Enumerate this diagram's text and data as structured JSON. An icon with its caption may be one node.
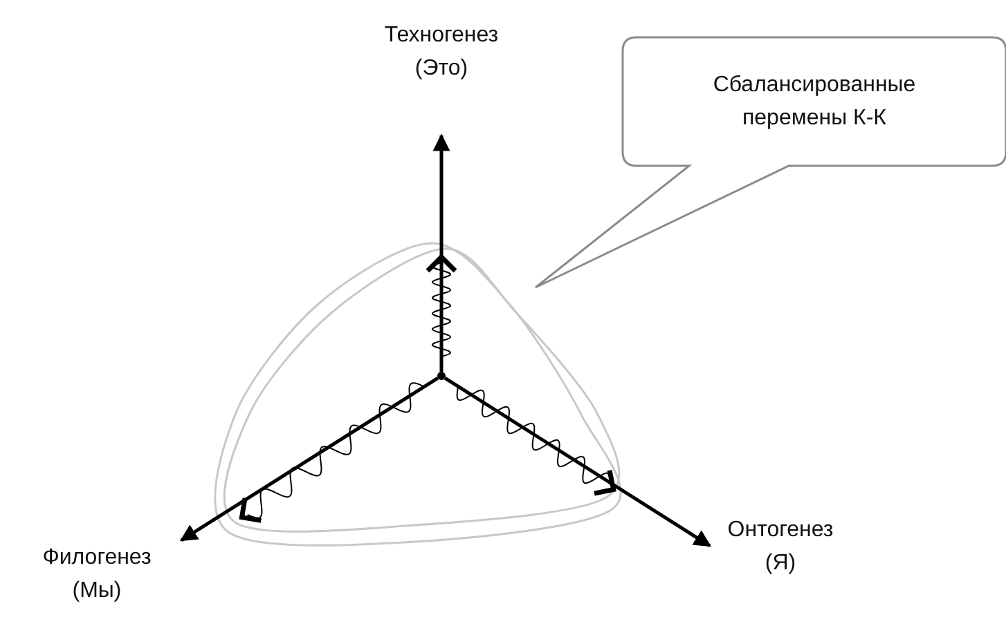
{
  "diagram": {
    "nodes": [
      {
        "text": [
          "Техногенез (Это)"
        ]
      },
      {
        "text": [
          "Сбалансированные перемены К-К"
        ]
      },
      {
        "text": [
          "Филогенез (Мы)"
        ]
      },
      {
        "text": [
          "Онтогенез (Я)"
        ]
      },
      {
        "text": [],
        "shape": "point"
      }
    ],
    "edges": [
      {
        "from": 4,
        "to": 0,
        "arrow": "to"
      },
      {
        "from": 4,
        "to": 2,
        "arrow": "to"
      },
      {
        "from": 4,
        "to": 3,
        "arrow": "to"
      }
    ]
  }
}
